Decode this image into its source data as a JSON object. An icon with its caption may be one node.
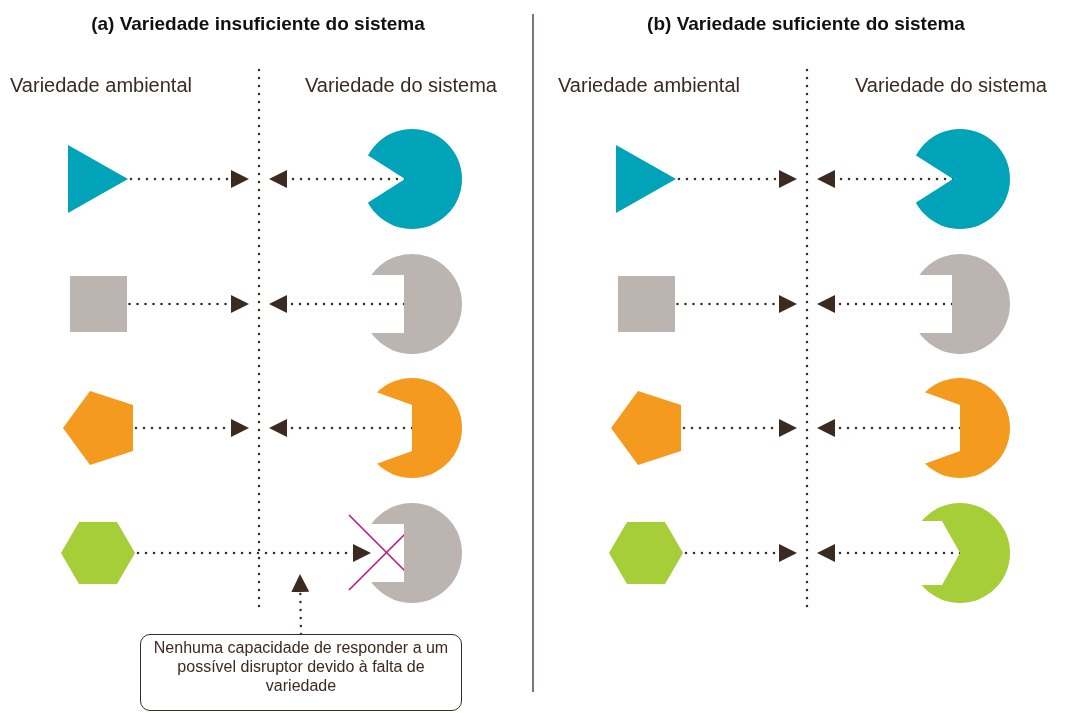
{
  "diagram": {
    "nodes": [
      {
        "text": [],
        "shape": "triangle"
      },
      {
        "text": [],
        "shape": "box"
      },
      {
        "text": [],
        "shape": "pentagon"
      },
      {
        "text": [],
        "shape": "hexagon"
      },
      {
        "text": [],
        "shape": "circle"
      },
      {
        "text": [],
        "shape": "circle"
      },
      {
        "text": [],
        "shape": "circle"
      },
      {
        "text": [],
        "shape": "circle"
      },
      {
        "text": [
          "Nenhuma capacidade de responder a um possível disruptor devido à falta de variedade"
        ]
      },
      {
        "text": [],
        "shape": "triangle"
      },
      {
        "text": [],
        "shape": "box"
      },
      {
        "text": [],
        "shape": "pentagon"
      },
      {
        "text": [],
        "shape": "hexagon"
      },
      {
        "text": [],
        "shape": "circle"
      },
      {
        "text": [],
        "shape": "circle"
      },
      {
        "text": [],
        "shape": "circle"
      },
      {
        "text": [],
        "shape": "circle"
      }
    ],
    "edges": [
      {
        "from": 0,
        "to": null,
        "arrow": "to"
      },
      {
        "from": 4,
        "to": null,
        "arrow": "to"
      },
      {
        "from": 1,
        "to": null,
        "arrow": "to"
      },
      {
        "from": 5,
        "to": null,
        "arrow": "to"
      },
      {
        "from": 2,
        "to": null,
        "arrow": "to"
      },
      {
        "from": 6,
        "to": null,
        "arrow": "to"
      },
      {
        "from": 3,
        "to": 7,
        "arrow": "to"
      },
      {
        "from": 8,
        "to": null,
        "arrow": "to"
      },
      {
        "from": 9,
        "to": null,
        "arrow": "to"
      },
      {
        "from": 13,
        "to": null,
        "arrow": "to"
      },
      {
        "from": 10,
        "to": null,
        "arrow": "to"
      },
      {
        "from": 14,
        "to": null,
        "arrow": "to"
      },
      {
        "from": 11,
        "to": null,
        "arrow": "to"
      },
      {
        "from": 15,
        "to": null,
        "arrow": "to"
      },
      {
        "from": 12,
        "to": null,
        "arrow": "to"
      },
      {
        "from": 16,
        "to": null,
        "arrow": "to"
      }
    ],
    "labels": [
      "(a) Variedade insuficiente do sistema",
      "(b) Variedade suficiente do sistema",
      "Variedade ambiental",
      "Variedade do sistema",
      "Variedade ambiental",
      "Variedade do sistema"
    ]
  }
}
